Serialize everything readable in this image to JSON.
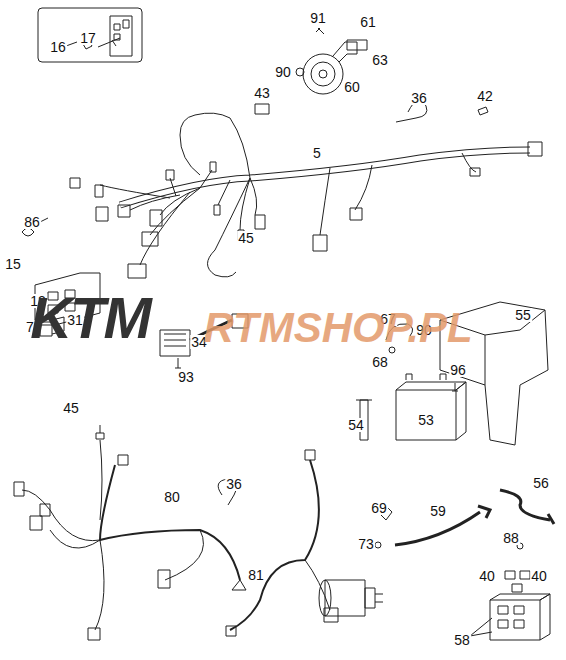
{
  "diagram": {
    "labels": [
      "16",
      "17",
      "91",
      "61",
      "63",
      "90",
      "60",
      "43",
      "36",
      "42",
      "5",
      "86",
      "15",
      "13",
      "45",
      "7",
      "31",
      "34",
      "93",
      "96",
      "55",
      "67",
      "90",
      "68",
      "53",
      "54",
      "45",
      "36",
      "80",
      "81",
      "69",
      "59",
      "56",
      "73",
      "88",
      "40",
      "40",
      "58",
      "KTM",
      "RTMSHOP.PL"
    ]
  }
}
